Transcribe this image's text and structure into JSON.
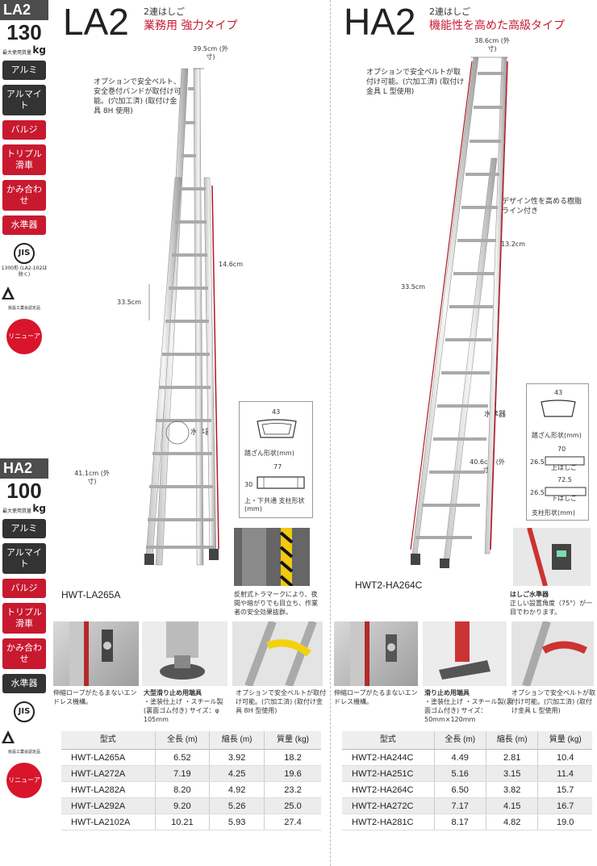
{
  "la2": {
    "tag": "LA2",
    "load": "130",
    "load_note": "最大使用質量",
    "load_unit": "kg",
    "features": [
      "アルミ",
      "アルマイト",
      "バルジ",
      "トリプル滑車",
      "かみ合わせ",
      "水準器"
    ],
    "jis": "JIS",
    "jis_note": "1300形 (LA2-102は除く)",
    "cert_note": "仮設工業会認定品",
    "renewal": "リニューアル",
    "title": "LA2",
    "subtitle1": "2連はしご",
    "subtitle2": "業務用 強力タイプ",
    "option_note": "オプションで安全ベルト、安全巻付バンドが取付け可能。(穴加工済) (取付け金具 8H 使用)",
    "dim_top": "39.5cm (外寸)",
    "dim_rail": "14.6cm",
    "dim_step": "33.5cm",
    "dim_bottom": "41.1cm (外寸)",
    "level_label": "水準器",
    "profile_top_w": "43",
    "profile_top_label": "踏ざん形状(mm)",
    "profile_rail_w": "77",
    "profile_rail_h": "30",
    "profile_rail_label": "上・下共通 支柱形状(mm)",
    "reflect_note": "反射式トラマークにより、夜間や暗がりでも目立ち、作業者の安全効果抜群。",
    "product": "HWT-LA265A",
    "photos": [
      {
        "caption": "伸縮ロープがたるまないエンドレス機構。"
      },
      {
        "caption_bold": "大型滑り止め用端具",
        "caption": "・塗装仕上げ ・スチール製(裏面ゴム付き) サイズ：φ 105mm"
      },
      {
        "caption": "オプションで安全ベルトが取付け可能。(穴加工済) (取付け金具 8H 型使用)"
      }
    ],
    "table": {
      "headers": [
        "型式",
        "全長 (m)",
        "縮長 (m)",
        "質量 (kg)"
      ],
      "rows": [
        [
          "HWT-LA265A",
          "6.52",
          "3.92",
          "18.2"
        ],
        [
          "HWT-LA272A",
          "7.19",
          "4.25",
          "19.6"
        ],
        [
          "HWT-LA282A",
          "8.20",
          "4.92",
          "23.2"
        ],
        [
          "HWT-LA292A",
          "9.20",
          "5.26",
          "25.0"
        ],
        [
          "HWT-LA2102A",
          "10.21",
          "5.93",
          "27.4"
        ]
      ]
    }
  },
  "ha2": {
    "tag": "HA2",
    "load": "100",
    "load_note": "最大使用質量",
    "load_unit": "kg",
    "features": [
      "アルミ",
      "アルマイト",
      "バルジ",
      "トリプル滑車",
      "かみ合わせ",
      "水準器"
    ],
    "jis": "JIS",
    "cert_note": "仮設工業会認定品",
    "renewal": "リニューアル",
    "title": "HA2",
    "subtitle1": "2連はしご",
    "subtitle2": "機能性を高めた高級タイプ",
    "option_note": "オプションで安全ベルトが取付け可能。(穴加工済) (取付け金具 L 型使用)",
    "dim_top": "38.6cm (外寸)",
    "design_note": "デザイン性を高める樹脂ライン付き",
    "dim_rail": "13.2cm",
    "dim_step": "33.5cm",
    "dim_bottom": "40.6cm (外寸)",
    "level_label": "水準器",
    "profile_top_w": "43",
    "profile_top_label": "踏ざん形状(mm)",
    "profile_up_w": "70",
    "profile_up_h": "26.5",
    "profile_up_label": "上はしご",
    "profile_down_w": "72.5",
    "profile_down_h": "26.5",
    "profile_down_label": "下はしご",
    "profile_rail_label": "支柱形状(mm)",
    "level_bold": "はしご水準器",
    "level_note": "正しい設置角度（75°）が一目でわかります。",
    "product": "HWT2-HA264C",
    "photos": [
      {
        "caption": "伸縮ロープがたるまないエンドレス機構。"
      },
      {
        "caption_bold": "滑り止め用端具",
        "caption": "・塗装仕上げ ・スチール製(裏面ゴム付き) サイズ：50mm×120mm"
      },
      {
        "caption": "オプションで安全ベルトが取付け可能。(穴加工済) (取付け金具 L 型使用)"
      }
    ],
    "table": {
      "headers": [
        "型式",
        "全長 (m)",
        "縮長 (m)",
        "質量 (kg)"
      ],
      "rows": [
        [
          "HWT2-HA244C",
          "4.49",
          "2.81",
          "10.4"
        ],
        [
          "HWT2-HA251C",
          "5.16",
          "3.15",
          "11.4"
        ],
        [
          "HWT2-HA264C",
          "6.50",
          "3.82",
          "15.7"
        ],
        [
          "HWT2-HA272C",
          "7.17",
          "4.15",
          "16.7"
        ],
        [
          "HWT2-HA281C",
          "8.17",
          "4.82",
          "19.0"
        ]
      ]
    }
  },
  "colors": {
    "accent_red": "#c8192f",
    "sidebar_gray": "#333333",
    "header_gray": "#4d4d4d"
  }
}
